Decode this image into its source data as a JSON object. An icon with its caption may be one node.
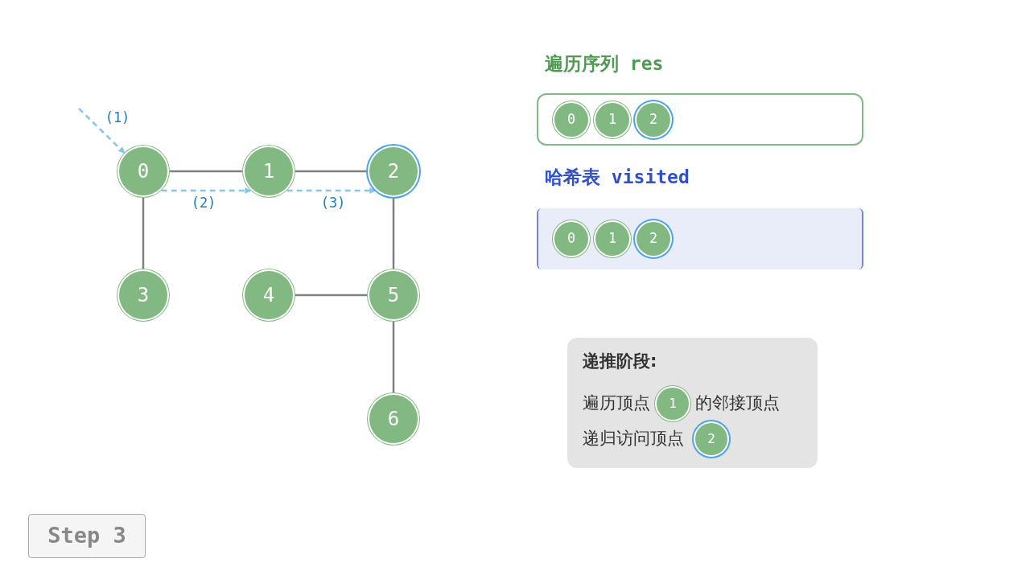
{
  "diagram": {
    "nodes": [
      {
        "text": [
          "0"
        ]
      },
      {
        "text": [
          "1"
        ]
      },
      {
        "text": [
          "2"
        ]
      },
      {
        "text": [
          "3"
        ]
      },
      {
        "text": [
          "4"
        ]
      },
      {
        "text": [
          "5"
        ]
      },
      {
        "text": [
          "6"
        ]
      },
      {
        "text": [
          "遍历序列 res"
        ]
      },
      {
        "text": [
          "0"
        ],
        "in": 7
      },
      {
        "text": [
          "1"
        ],
        "in": 7
      },
      {
        "text": [
          "2"
        ],
        "in": 7
      },
      {
        "text": [
          "哈希表 visited"
        ]
      },
      {
        "text": [
          "0"
        ],
        "in": 11
      },
      {
        "text": [
          "1"
        ],
        "in": 11
      },
      {
        "text": [
          "2"
        ],
        "in": 11
      },
      {
        "text": [
          "递推阶段:",
          "遍历顶点",
          "的邻接顶点",
          "递归访问顶点"
        ]
      },
      {
        "text": [
          "1"
        ],
        "in": 15
      },
      {
        "text": [
          "2"
        ],
        "in": 15
      },
      {
        "text": [
          "Step 3"
        ]
      }
    ],
    "edges": [
      {
        "from": 0,
        "to": 1,
        "arrow": "none"
      },
      {
        "from": 1,
        "to": 2,
        "arrow": "none"
      },
      {
        "from": 0,
        "to": 3,
        "arrow": "none"
      },
      {
        "from": 2,
        "to": 5,
        "arrow": "none"
      },
      {
        "from": 4,
        "to": 5,
        "arrow": "none"
      },
      {
        "from": 5,
        "to": 6,
        "arrow": "none"
      },
      {
        "from": null,
        "to": 0,
        "arrow": "to",
        "label": "(1)",
        "style": "dashed",
        "color": "#85c5ee"
      },
      {
        "from": 0,
        "to": 1,
        "arrow": "to",
        "label": "(2)",
        "style": "dashed",
        "color": "#85c5ee"
      },
      {
        "from": 1,
        "to": 2,
        "arrow": "to",
        "label": "(3)",
        "style": "dashed",
        "color": "#85c5ee"
      }
    ]
  }
}
